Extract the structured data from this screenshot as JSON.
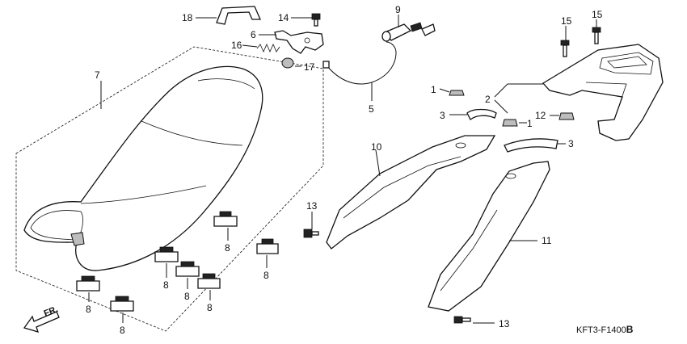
{
  "diagram_code": "KFT3-F1400",
  "diagram_suffix": "B",
  "direction_label": "FR.",
  "callouts": {
    "c1a": "1",
    "c1b": "1",
    "c2": "2",
    "c3a": "3",
    "c3b": "3",
    "c5": "5",
    "c6": "6",
    "c7": "7",
    "c8a": "8",
    "c8b": "8",
    "c8c": "8",
    "c8d": "8",
    "c8e": "8",
    "c8f": "8",
    "c8g": "8",
    "c9": "9",
    "c10": "10",
    "c11": "11",
    "c12": "12",
    "c13a": "13",
    "c13b": "13",
    "c14": "14",
    "c15a": "15",
    "c15b": "15",
    "c16": "16",
    "c17": "17",
    "c18": "18"
  }
}
